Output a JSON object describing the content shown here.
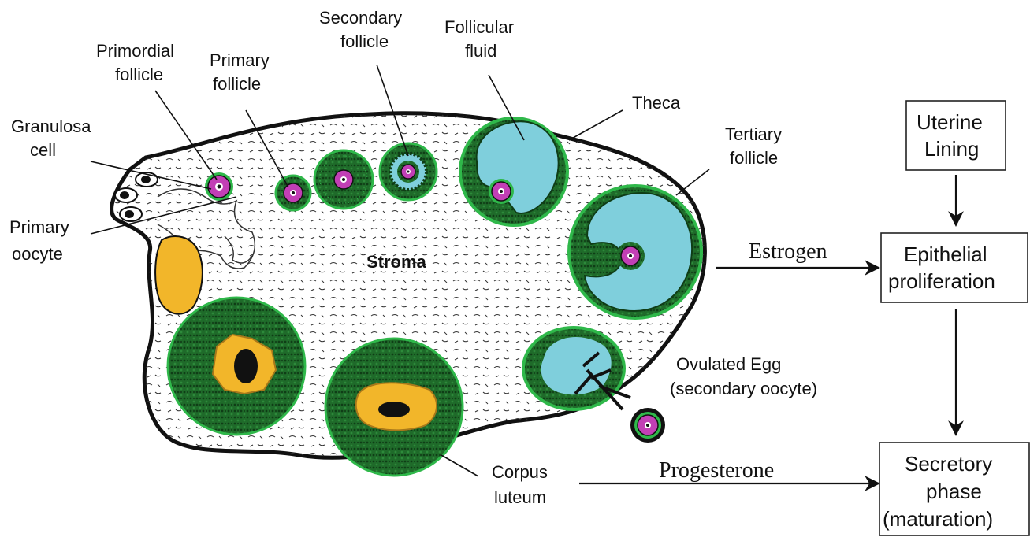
{
  "labels": {
    "granulosa": [
      "Granulosa",
      "cell"
    ],
    "primordial": [
      "Primordial",
      "follicle"
    ],
    "primary_follicle": [
      "Primary",
      "follicle"
    ],
    "secondary": [
      "Secondary",
      "follicle"
    ],
    "follicular_fluid": [
      "Follicular",
      "fluid"
    ],
    "theca": "Theca",
    "tertiary": [
      "Tertiary",
      "follicle"
    ],
    "primary_oocyte": [
      "Primary",
      "oocyte"
    ],
    "stroma": "Stroma",
    "ovulated": [
      "Ovulated Egg",
      "(secondary oocyte)"
    ],
    "corpus": [
      "Corpus",
      "luteum"
    ]
  },
  "flow": {
    "uterine": [
      "Uterine",
      "Lining"
    ],
    "epithelial": [
      "Epithelial",
      "proliferation"
    ],
    "secretory": [
      "Secretory",
      "phase",
      "(maturation)"
    ],
    "estrogen": "Estrogen",
    "progesterone": "Progesterone"
  },
  "colors": {
    "granulosa_green": "#1f6b2a",
    "bright_green": "#2fb84a",
    "fluid_cyan": "#7fcfdc",
    "oocyte_magenta": "#c23fb5",
    "corpus_yellow": "#f2b62a"
  }
}
